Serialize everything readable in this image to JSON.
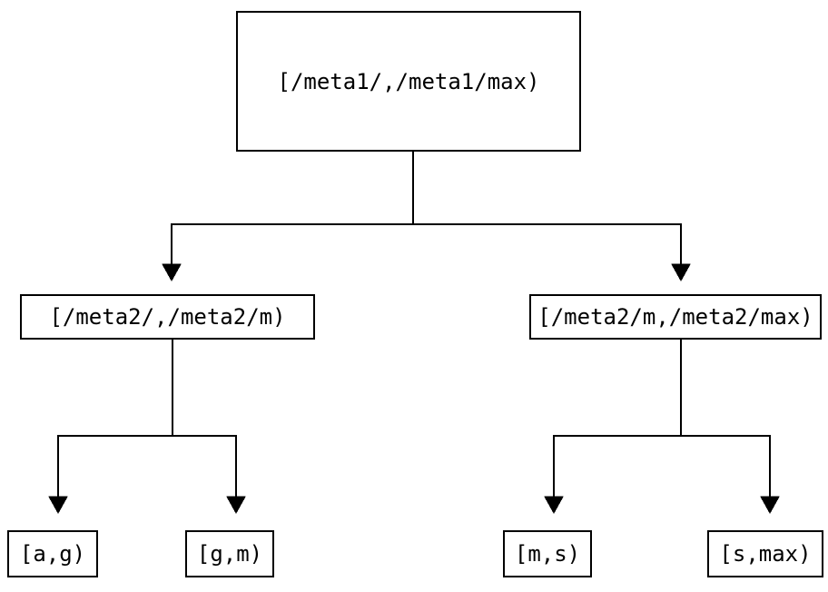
{
  "diagram": {
    "type": "tree",
    "colors": {
      "background": "#ffffff",
      "line": "#000000",
      "node_border": "#000000",
      "node_fill": "#ffffff",
      "text": "#000000"
    },
    "nodes": {
      "root": {
        "label": "[/meta1/,/meta1/max)"
      },
      "left": {
        "label": "[/meta2/,/meta2/m)"
      },
      "right": {
        "label": "[/meta2/m,/meta2/max)"
      },
      "left_left": {
        "label": "[a,g)"
      },
      "left_right": {
        "label": "[g,m)"
      },
      "right_left": {
        "label": "[m,s)"
      },
      "right_right": {
        "label": "[s,max)"
      }
    },
    "edges": [
      {
        "from": "root",
        "to": "left",
        "arrow": "down"
      },
      {
        "from": "root",
        "to": "right",
        "arrow": "down"
      },
      {
        "from": "left",
        "to": "left_left",
        "arrow": "down"
      },
      {
        "from": "left",
        "to": "left_right",
        "arrow": "down"
      },
      {
        "from": "right",
        "to": "right_left",
        "arrow": "down"
      },
      {
        "from": "right",
        "to": "right_right",
        "arrow": "down"
      }
    ]
  }
}
